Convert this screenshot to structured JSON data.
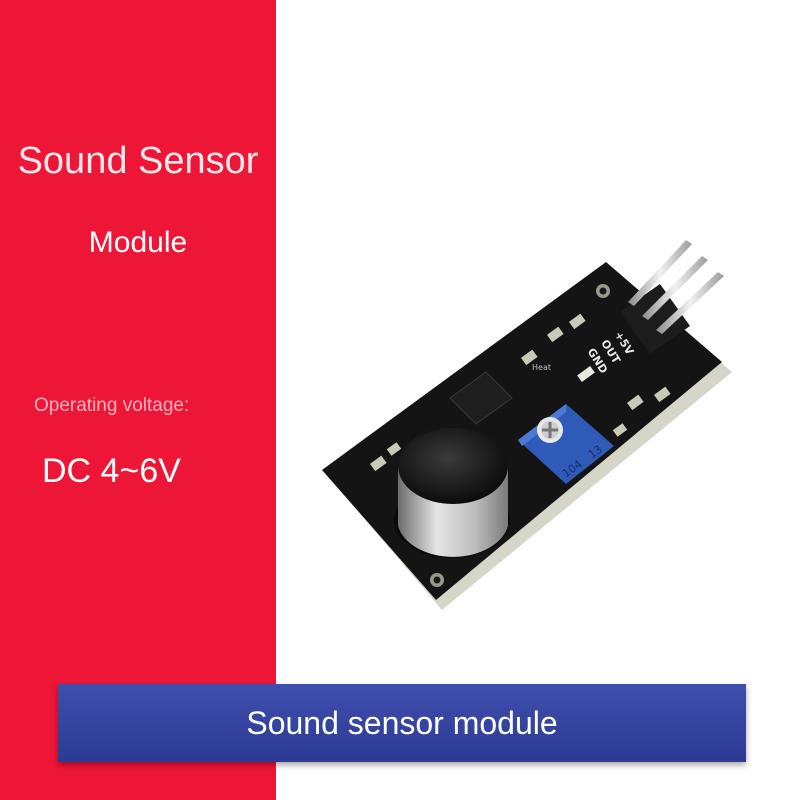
{
  "left_panel": {
    "title": "Sound Sensor",
    "subtitle": "Module",
    "voltage_label": "Operating voltage:",
    "voltage_value": "DC 4~6V"
  },
  "board": {
    "pins": [
      "+5V",
      "OUT",
      "GND"
    ],
    "potentiometer_label": "104",
    "potentiometer_code": "13",
    "small_print": "Heat"
  },
  "banner": {
    "label": "Sound sensor module"
  },
  "colors": {
    "red_panel": "#ee1636",
    "banner": "#2b3a93",
    "board": "#141414",
    "potentiometer": "#2f5bb8"
  }
}
